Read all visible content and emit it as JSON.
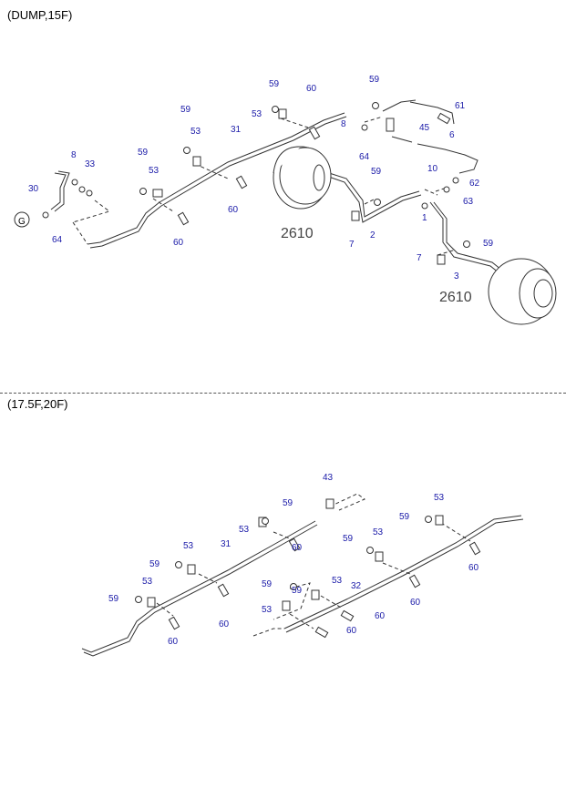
{
  "sections": [
    {
      "title": "(DUMP,15F)"
    },
    {
      "title": "(17.5F,20F)"
    }
  ],
  "callout_G": "G",
  "assembly_ref": "2610",
  "top_labels": {
    "l59a": "59",
    "l53a": "53",
    "l31a": "31",
    "l59b": "59",
    "l53b": "53",
    "l60a": "60",
    "l60b": "60",
    "l59c": "59",
    "l60c": "60",
    "l53c": "53",
    "l8a": "8",
    "l33": "33",
    "l30": "30",
    "l64a": "64",
    "l59d": "59",
    "l8b": "8",
    "l64b": "64",
    "l45": "45",
    "l61": "61",
    "l6": "6",
    "l10": "10",
    "l62": "62",
    "l63": "63",
    "l59e": "59",
    "l7a": "7",
    "l2": "2",
    "l1": "1",
    "l59f": "59",
    "l7b": "7",
    "l3": "3"
  },
  "bottom_labels": {
    "l43": "43",
    "l59a": "59",
    "l53a": "53",
    "l31": "31",
    "l60a": "60",
    "l59b": "59",
    "l53b": "53",
    "l60b": "60",
    "l53c": "53",
    "l59c": "59",
    "l60c": "60",
    "l59d": "59",
    "l53d": "53",
    "l59e": "59",
    "l53e": "53",
    "l32": "32",
    "l60d": "60",
    "l59f": "59",
    "l53f": "53",
    "l60e": "60",
    "l60f": "60",
    "l53g": "53",
    "l59g": "59",
    "l60g": "60"
  }
}
